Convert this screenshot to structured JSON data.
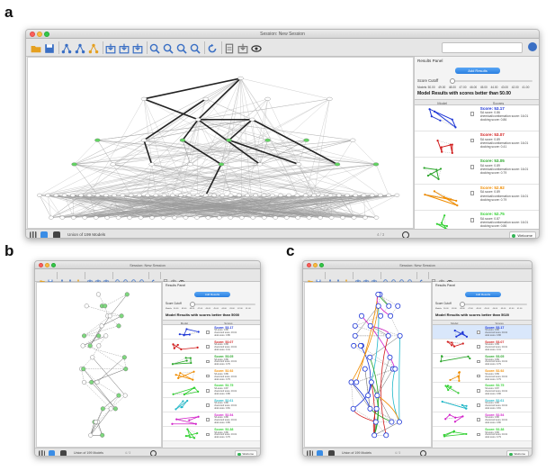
{
  "panels": [
    {
      "label": "a",
      "window_title": "Session: New Session",
      "results_panel_title": "Results Panel",
      "run_button": "Add Results",
      "score_cutoff_label": "Score Cutoff",
      "cutoff_ticks": [
        "Models",
        "50.00",
        "49.00",
        "48.00",
        "47.00",
        "46.00",
        "45.00",
        "44.00",
        "43.00",
        "42.00",
        "41.00"
      ],
      "model_results_title": "Model Results with scores better than 50.00",
      "col_model": "Model",
      "col_scores": "Scores",
      "rows": [
        {
          "score": "Score: 53.17",
          "color": "#1a33d6",
          "stats": "SA score: 0.86\nchemical/conformation score: 16.01\ndocking score: 0.86",
          "selected": false
        },
        {
          "score": "Score: 53.07",
          "color": "#d11b1b",
          "stats": "SA score: 0.89\nchemical/conformation score: 16.01\ndocking score: 0.41",
          "selected": false
        },
        {
          "score": "Score: 53.05",
          "color": "#2aa62a",
          "stats": "SA score: 0.89\nchemical/conformation score: 16.01\ndocking score: 0.79",
          "selected": false
        },
        {
          "score": "Score: 52.92",
          "color": "#f08c00",
          "stats": "SA score: 0.89\nchemical/conformation score: 16.01\ndocking score: 0.79",
          "selected": false
        },
        {
          "score": "Score: 52.75",
          "color": "#2fd02f",
          "stats": "SA score: 0.87\nchemical/conformation score: 16.01\ndocking score: 0.86",
          "selected": false
        }
      ],
      "status_text": "Union of 199 Models",
      "status_right": "4 / 3",
      "notification": "Welcome",
      "color": "#2aa62a"
    },
    {
      "label": "b",
      "window_title": "Session: New Session",
      "results_panel_title": "Results Panel",
      "run_button": "Add Results",
      "score_cutoff_label": "Score Cutoff",
      "cutoff_ticks": [
        "Models",
        "50.00",
        "49.00",
        "48.00",
        "47.00",
        "46.00",
        "45.00",
        "44.00",
        "43.00",
        "42.00",
        "41.00"
      ],
      "model_results_title": "Model Results with scores better than 5000",
      "col_model": "Model",
      "col_scores": "Scores",
      "rows": [
        {
          "score": "Score: 53.17",
          "color": "#1a33d6",
          "stats": "SA score: 0.86\nchem/conf score: 16.01\ndock score: 0.86",
          "selected": false
        },
        {
          "score": "Score: 53.07",
          "color": "#d11b1b",
          "stats": "SA score: 0.89\nchem/conf score: 16.01\ndock score: 0.41",
          "selected": false
        },
        {
          "score": "Score: 53.05",
          "color": "#2aa62a",
          "stats": "SA score: 0.89\nchem/conf score: 16.01\ndock score: 0.79",
          "selected": false
        },
        {
          "score": "Score: 52.92",
          "color": "#f08c00",
          "stats": "SA score: 0.89\nchem/conf score: 16.01\ndock score: 0.79",
          "selected": false
        },
        {
          "score": "Score: 52.75",
          "color": "#2fd02f",
          "stats": "SA score: 0.87\nchem/conf score: 16.01\ndock score: 0.86",
          "selected": false
        },
        {
          "score": "Score: 52.61",
          "color": "#1fb8c9",
          "stats": "SA score: 0.86\nchem/conf score: 16.01\ndock score: 0.81",
          "selected": false
        },
        {
          "score": "Score: 52.54",
          "color": "#d21fc9",
          "stats": "SA score: 0.86\nchem/conf score: 16.01\ndock score: 0.80",
          "selected": false
        },
        {
          "score": "Score: 52.38",
          "color": "#2fd02f",
          "stats": "SA score: 0.86\nchem/conf score: 16.01\ndock score: 0.79",
          "selected": false
        }
      ],
      "status_text": "Union of 199 Models",
      "status_right": "4 / 3",
      "notification": "Welcome",
      "color": "#2aa62a"
    },
    {
      "label": "c",
      "window_title": "Session: New Session",
      "results_panel_title": "Results Panel",
      "run_button": "Add Results",
      "score_cutoff_label": "Score Cutoff",
      "cutoff_ticks": [
        "Models",
        "50.00",
        "49.00",
        "48.00",
        "47.00",
        "46.00",
        "45.00",
        "44.00",
        "43.00",
        "42.00",
        "41.00"
      ],
      "model_results_title": "Model Results with scores better than 5020",
      "col_model": "Model",
      "col_scores": "Scores",
      "rows": [
        {
          "score": "Score: 53.17",
          "color": "#1a33d6",
          "stats": "SA score: 0.86\nchem/conf score: 16.01\ndock score: 0.86",
          "selected": true
        },
        {
          "score": "Score: 53.07",
          "color": "#d11b1b",
          "stats": "SA score: 0.89\nchem/conf score: 16.01\ndock score: 0.41",
          "selected": false
        },
        {
          "score": "Score: 53.05",
          "color": "#2aa62a",
          "stats": "SA score: 0.89\nchem/conf score: 16.01\ndock score: 0.79",
          "selected": false
        },
        {
          "score": "Score: 52.92",
          "color": "#f08c00",
          "stats": "SA score: 0.89\nchem/conf score: 16.01\ndock score: 0.79",
          "selected": false
        },
        {
          "score": "Score: 52.75",
          "color": "#2fd02f",
          "stats": "SA score: 0.87\nchem/conf score: 16.01\ndock score: 0.86",
          "selected": false
        },
        {
          "score": "Score: 52.61",
          "color": "#1fb8c9",
          "stats": "SA score: 0.86\nchem/conf score: 16.01\ndock score: 0.81",
          "selected": false
        },
        {
          "score": "Score: 52.54",
          "color": "#d21fc9",
          "stats": "SA score: 0.86\nchem/conf score: 16.01\ndock score: 0.80",
          "selected": false
        },
        {
          "score": "Score: 52.38",
          "color": "#2fd02f",
          "stats": "SA score: 0.86\nchem/conf score: 16.01\ndock score: 0.79",
          "selected": false
        }
      ],
      "status_text": "Union of 199 Models",
      "status_right": "4 / 3",
      "notification": "Welcome",
      "color": "#1a33d6"
    }
  ]
}
